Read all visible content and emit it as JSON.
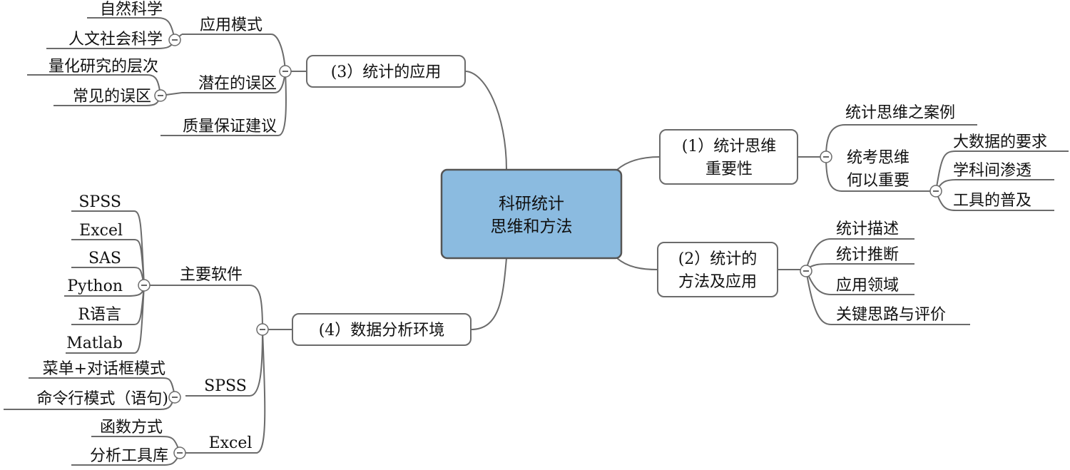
{
  "center": {
    "line1": "科研统计",
    "line2": "思维和方法"
  },
  "branch1": {
    "line1": "(1）统计思维",
    "line2": "重要性",
    "child_case": "统计思维之案例",
    "child_why_line1": "统考思维",
    "child_why_line2": "何以重要",
    "why_items": [
      "大数据的要求",
      "学科间渗透",
      "工具的普及"
    ]
  },
  "branch2": {
    "line1": "(2）统计的",
    "line2": "方法及应用",
    "items": [
      "统计描述",
      "统计推断",
      "应用领域",
      "关键思路与评价"
    ]
  },
  "branch3": {
    "label": "(3）统计的应用",
    "mode": {
      "label": "应用模式",
      "items": [
        "自然科学",
        "人文社会科学"
      ]
    },
    "pitfall": {
      "label": "潜在的误区",
      "items": [
        "量化研究的层次",
        "常见的误区"
      ]
    },
    "quality": "质量保证建议"
  },
  "branch4": {
    "label": "(4）数据分析环境",
    "software": {
      "label": "主要软件",
      "items": [
        "SPSS",
        "Excel",
        "SAS",
        "Python",
        "R语言",
        "Matlab"
      ]
    },
    "spss": {
      "label": "SPSS",
      "items": [
        "菜单+对话框模式",
        "命令行模式（语句)"
      ]
    },
    "excel": {
      "label": "Excel",
      "items": [
        "函数方式",
        "分析工具库"
      ]
    }
  },
  "toggle_symbol": "-"
}
